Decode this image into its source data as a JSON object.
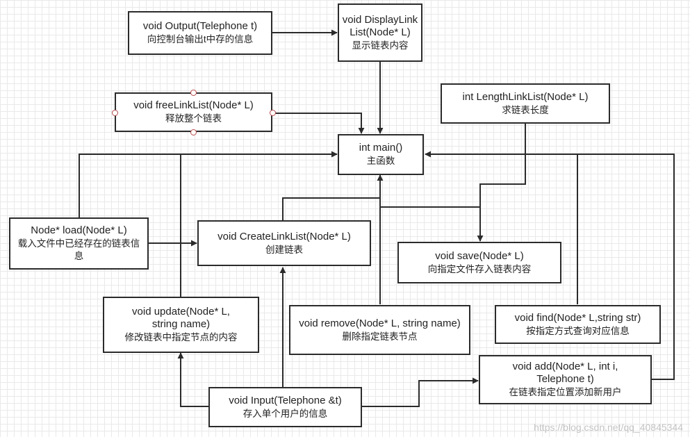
{
  "nodes": {
    "output": {
      "sig": "void Output(Telephone t)",
      "desc": "向控制台输出t中存的信息"
    },
    "display": {
      "sig": "void DisplayLinkList(Node* L)",
      "desc": "显示链表内容"
    },
    "free": {
      "sig": "void freeLinkList(Node* L)",
      "desc": "释放整个链表"
    },
    "length": {
      "sig": "int LengthLinkList(Node* L)",
      "desc": "求链表长度"
    },
    "main": {
      "sig": "int main()",
      "desc": "主函数"
    },
    "load": {
      "sig": "Node* load(Node* L)",
      "desc": "载入文件中已经存在的链表信息"
    },
    "create": {
      "sig": "void CreateLinkList(Node* L)",
      "desc": "创建链表"
    },
    "save": {
      "sig": "void save(Node* L)",
      "desc": "向指定文件存入链表内容"
    },
    "update": {
      "sig": "void update(Node* L, string name)",
      "desc": "修改链表中指定节点的内容"
    },
    "remove": {
      "sig": "void remove(Node* L, string name)",
      "desc": "删除指定链表节点"
    },
    "find": {
      "sig": "void find(Node* L,string str)",
      "desc": "按指定方式查询对应信息"
    },
    "add": {
      "sig": "void add(Node* L, int i, Telephone t)",
      "desc": "在链表指定位置添加新用户"
    },
    "input": {
      "sig": "void Input(Telephone &t)",
      "desc": "存入单个用户的信息"
    }
  },
  "watermark": "https://blog.csdn.net/qq_40845344",
  "colors": {
    "line": "#2b2b2b",
    "border": "#2b2b2b",
    "grid": "#e9e9e9",
    "handle": "#b84a4a"
  }
}
